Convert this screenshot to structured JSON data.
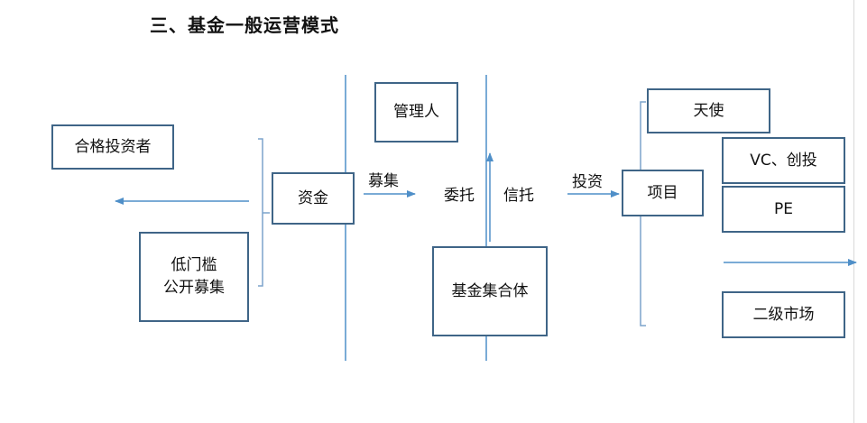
{
  "title": "三、基金一般运营模式",
  "colors": {
    "box_border": "#3f6587",
    "line": "#4f8fc8",
    "bracket": "#7ba3cc",
    "text": "#111111"
  },
  "nodes": {
    "qualified_investors": "合格投资者",
    "low_threshold": "低门槛\n公开募集",
    "capital": "资金",
    "manager": "管理人",
    "fund_collective": "基金集合体",
    "project": "项目",
    "angel": "天使",
    "vc": "VC、创投",
    "pe": "PE",
    "secondary_market": "二级市场"
  },
  "edge_labels": {
    "raise": "募集",
    "entrust": "委托",
    "trust": "信托",
    "invest": "投资"
  }
}
